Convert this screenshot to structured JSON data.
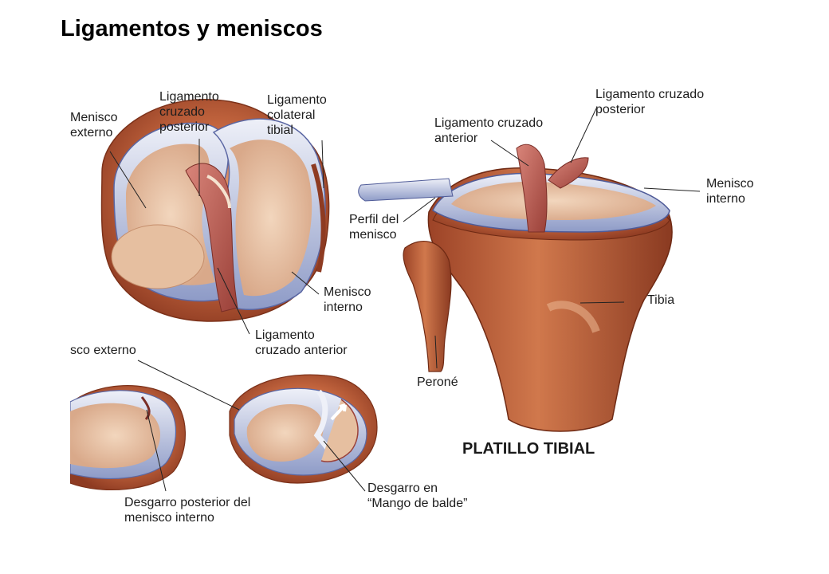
{
  "title": "Ligamentos y meniscos",
  "labels": {
    "menisco_externo_top": "Menisco\nexterno",
    "lig_cruzado_posterior_left": "Ligamento\ncruzado\nposterior",
    "lig_colateral_tibial": "Ligamento\ncolateral\ntibial",
    "menisco_interno_left": "Menisco\ninterno",
    "lig_cruzado_anterior_left": "Ligamento\ncruzado anterior",
    "menisco_externo_bottom": "sco externo",
    "desgarro_posterior": "Desgarro posterior del\nmenisco interno",
    "desgarro_mango": "Desgarro en\n“Mango de balde”",
    "lig_cruzado_anterior_right": "Ligamento cruzado\nanterior",
    "lig_cruzado_posterior_right": "Ligamento cruzado\nposterior",
    "menisco_interno_right": "Menisco\ninterno",
    "perfil_menisco": "Perfil del\nmenisco",
    "tibia": "Tibia",
    "perone": "Peroné"
  },
  "caption": "PLATILLO TIBIAL",
  "colors": {
    "bone": "#c4663f",
    "bone_dark": "#8e3b22",
    "cartilage": "#e9c8ad",
    "meniscus_edge": "#aab4d6",
    "ligament": "#b9574d"
  }
}
